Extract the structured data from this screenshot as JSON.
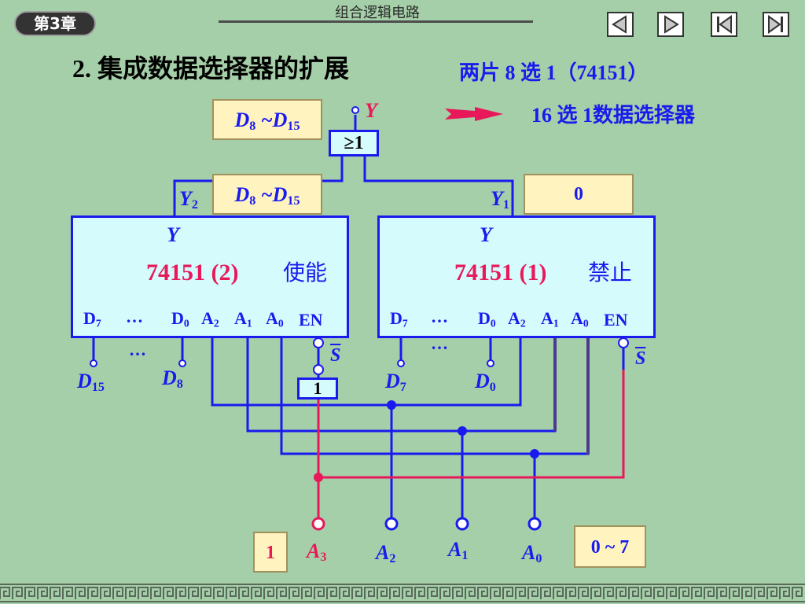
{
  "header": {
    "chapter_badge": "第3章",
    "title": "组合逻辑电路",
    "nav": [
      "previous",
      "next",
      "first",
      "last"
    ]
  },
  "slide": {
    "heading": "2.  集成数据选择器的扩展",
    "subheading": "两片 8 选 1（74151）",
    "result_text": "16 选 1数据选择器"
  },
  "diagram": {
    "output_label": "Y",
    "or_gate": "≥1",
    "not_gate": "1",
    "chip2": {
      "data_range_top": {
        "pre": "D",
        "s1": "8",
        "mid": " ~D",
        "s2": "15"
      },
      "data_range_side": {
        "pre": "D",
        "s1": "8",
        "mid": " ~D",
        "s2": "15"
      },
      "out_label": {
        "pre": "Y",
        "sub": "2"
      },
      "y_label": "Y",
      "part": "74151 (2)",
      "state": "使能",
      "pin_d7": {
        "pre": "D",
        "sub": "7"
      },
      "pin_dots": "…",
      "pin_d0": {
        "pre": "D",
        "sub": "0"
      },
      "pin_a2": {
        "pre": "A",
        "sub": "2"
      },
      "pin_a1": {
        "pre": "A",
        "sub": "1"
      },
      "pin_a0": {
        "pre": "A",
        "sub": "0"
      },
      "pin_en": "EN",
      "enable_bar": "S",
      "outer_dots": "…",
      "outer_d15": {
        "pre": "D",
        "sub": "15"
      },
      "outer_d8": {
        "pre": "D",
        "sub": "8"
      }
    },
    "chip1": {
      "enable_value": "0",
      "out_label": {
        "pre": "Y",
        "sub": "1"
      },
      "y_label": "Y",
      "part": "74151 (1)",
      "state": "禁止",
      "pin_d7": {
        "pre": "D",
        "sub": "7"
      },
      "pin_dots": "…",
      "pin_d0": {
        "pre": "D",
        "sub": "0"
      },
      "pin_a2": {
        "pre": "A",
        "sub": "2"
      },
      "pin_a1": {
        "pre": "A",
        "sub": "1"
      },
      "pin_a0": {
        "pre": "A",
        "sub": "0"
      },
      "pin_en": "EN",
      "enable_bar": "S",
      "outer_dots": "…",
      "outer_d7": {
        "pre": "D",
        "sub": "7"
      },
      "outer_d0": {
        "pre": "D",
        "sub": "0"
      }
    },
    "inputs": {
      "a3_value": "1",
      "a3": {
        "pre": "A",
        "sub": "3"
      },
      "a2": {
        "pre": "A",
        "sub": "2"
      },
      "a1": {
        "pre": "A",
        "sub": "1"
      },
      "a0": {
        "pre": "A",
        "sub": "0"
      },
      "low_range": "0 ~ 7"
    }
  },
  "colors": {
    "background": "#a5cfa8",
    "wire": "#1a1aee",
    "select_wire": "#e8195a",
    "chip_fill": "#d6fbfd",
    "label_box": "#fff4c0",
    "purple_wire": "#4b3a8f"
  }
}
